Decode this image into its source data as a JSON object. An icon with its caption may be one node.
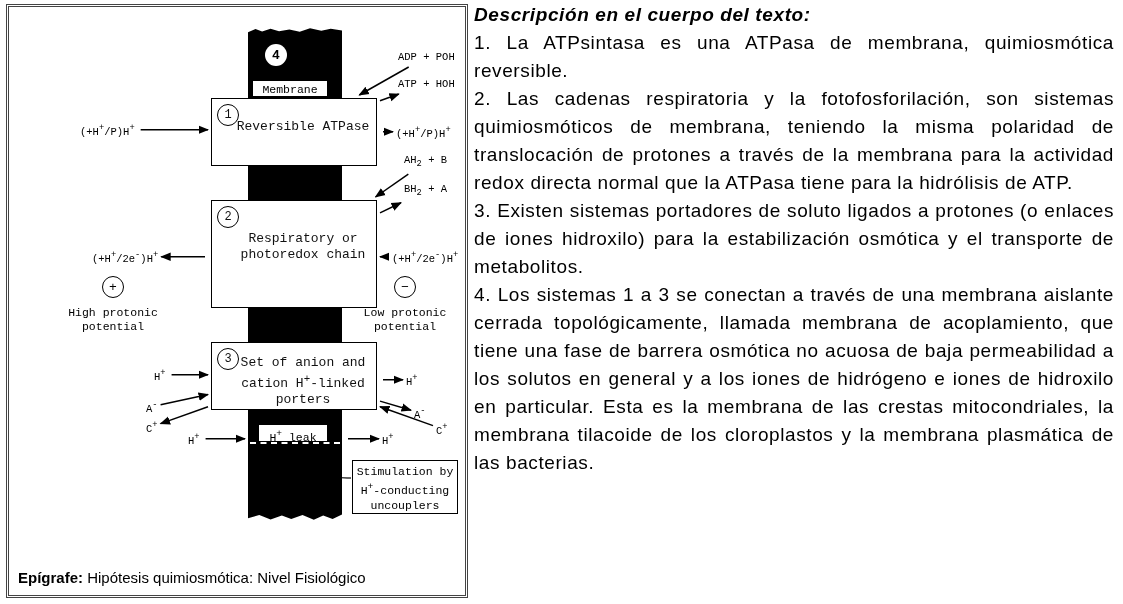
{
  "diagram": {
    "title": "Descripción en el cuerpo del texto:",
    "caption": "**Epígrafe:** Hipótesis quimiosmótica: Nivel Fisiológico",
    "nodes": [
      {
        "text": [
          "4"
        ]
      },
      {
        "text": [
          "Membrane"
        ],
        "in": 0
      },
      {
        "text": [
          "1",
          "Reversible ATPase"
        ]
      },
      {
        "text": [],
        "shape": "bar"
      },
      {
        "text": [
          "2",
          "Respiratory or photoredox chain"
        ]
      },
      {
        "text": [],
        "shape": "bar"
      },
      {
        "text": [
          "3",
          "Set of anion and cation H$^{+}$-linked porters"
        ]
      },
      {
        "text": [],
        "shape": "bar"
      },
      {
        "text": [
          "H$^{+}$ leak"
        ],
        "in": 7
      },
      {
        "text": [],
        "shape": "bar",
        "in": 7
      },
      {
        "text": [
          "Stimulation by H$^{+}$-conducting uncouplers"
        ]
      },
      {
        "text": [
          "(+H$^{+}$/P)H$^{+}$"
        ]
      },
      {
        "text": [
          "ADP + POH"
        ]
      },
      {
        "text": [
          "ATP + HOH"
        ]
      },
      {
        "text": [
          "(+H$^{+}$/P)H$^{+}$"
        ]
      },
      {
        "text": [
          "(+H$^{+}$/2e$^{-}$)H$^{+}$"
        ]
      },
      {
        "text": [
          "AH$_{2}$ + B"
        ]
      },
      {
        "text": [
          "BH$_{2}$ + A"
        ]
      },
      {
        "text": [
          "(+H$^{+}$/2e$^{-}$)H$^{+}$"
        ]
      },
      {
        "text": [
          "H$^{+}$"
        ]
      },
      {
        "text": [
          "A$^{-}$"
        ]
      },
      {
        "text": [
          "C$^{+}$"
        ]
      },
      {
        "text": [
          "H$^{+}$"
        ]
      },
      {
        "text": [
          "A$^{-}$"
        ]
      },
      {
        "text": [
          "C$^{+}$"
        ]
      },
      {
        "text": [
          "H$^{+}$"
        ]
      },
      {
        "text": [
          "H$^{+}$"
        ]
      }
    ],
    "edges": [
      {
        "from": 11,
        "to": 2,
        "arrow": "to"
      },
      {
        "from": 12,
        "to": 2,
        "arrow": "to"
      },
      {
        "from": 2,
        "to": 13,
        "arrow": "to"
      },
      {
        "from": 2,
        "to": 14,
        "arrow": "to"
      },
      {
        "from": 16,
        "to": 4,
        "arrow": "to"
      },
      {
        "from": 4,
        "to": 17,
        "arrow": "to"
      },
      {
        "from": 18,
        "to": 4,
        "arrow": "to"
      },
      {
        "from": 4,
        "to": 15,
        "arrow": "to"
      },
      {
        "from": 19,
        "to": 6,
        "arrow": "to"
      },
      {
        "from": 20,
        "to": 6,
        "arrow": "to"
      },
      {
        "from": 6,
        "to": 21,
        "arrow": "to"
      },
      {
        "from": 6,
        "to": 22,
        "arrow": "to"
      },
      {
        "from": 6,
        "to": 23,
        "arrow": "to"
      },
      {
        "from": 24,
        "to": 6,
        "arrow": "to"
      },
      {
        "from": 25,
        "to": 7,
        "arrow": "to"
      },
      {
        "from": 7,
        "to": 26,
        "arrow": "to"
      },
      {
        "from": 10,
        "to": 9,
        "arrow": "to"
      }
    ],
    "labels": [
      "+",
      "High protonic potential",
      "−",
      "Low protonic potential",
      "1. La ATPsintasa es una ATPasa de membrana, quimiosmótica reversible.",
      "2. Las cadenas respiratoria y la fotofosforilación, son sistemas quimiosmóticos de membrana, teniendo la misma polaridad de translocación de protones a través de la membrana para la actividad redox directa normal que la ATPasa tiene para la hidrólisis de ATP.",
      "3. Existen sistemas portadores de soluto ligados a protones (o enlaces de iones hidroxilo) para la estabilización osmótica y el transporte de metabolitos.",
      "4. Los sistemas 1 a 3 se conectan a través de una membrana aislante cerrada topológicamente, llamada membrana de acoplamiento, que tiene una fase de barrera osmótica no acuosa de baja permeabilidad a los solutos en general y a los iones de hidrógeno e iones de hidroxilo en particular. Esta es la membrana de las crestas mitocondriales, la membrana tilacoide de los cloroplastos y la membrana plasmática de las bacterias."
    ]
  }
}
